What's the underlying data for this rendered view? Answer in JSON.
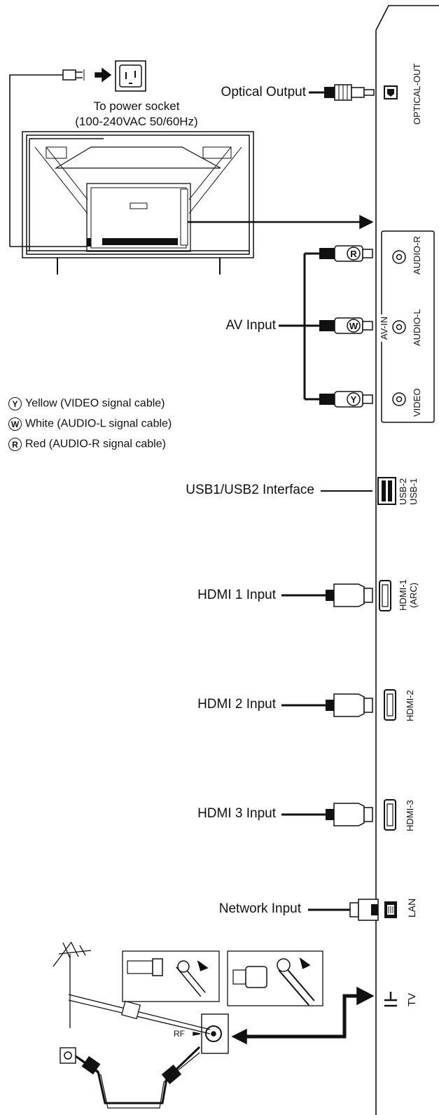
{
  "power": {
    "label_line1": "To power socket",
    "label_line2": "(100-240VAC 50/60Hz)"
  },
  "connections": {
    "optical": "Optical Output",
    "av": "AV Input",
    "usb": "USB1/USB2 Interface",
    "hdmi1": "HDMI 1 Input",
    "hdmi2": "HDMI 2 Input",
    "hdmi3": "HDMI 3 Input",
    "network": "Network Input"
  },
  "ports": {
    "optical_out": "OPTICAL-OUT",
    "audio_r": "AUDIO-R",
    "audio_l": "AUDIO-L",
    "video": "VIDEO",
    "av_in": "AV-IN",
    "usb2": "USB-2",
    "usb1": "USB-1",
    "hdmi1_a": "HDMI-1",
    "hdmi1_b": "(ARC)",
    "hdmi2": "HDMI-2",
    "hdmi3": "HDMI-3",
    "lan": "LAN",
    "tv": "TV",
    "rf": "RF"
  },
  "plug_letters": {
    "r": "R",
    "w": "W",
    "y": "Y"
  },
  "legend": [
    {
      "letter": "Y",
      "text": "Yellow (VIDEO signal cable)"
    },
    {
      "letter": "W",
      "text": "White (AUDIO-L signal cable)"
    },
    {
      "letter": "R",
      "text": "Red (AUDIO-R signal cable)"
    }
  ]
}
